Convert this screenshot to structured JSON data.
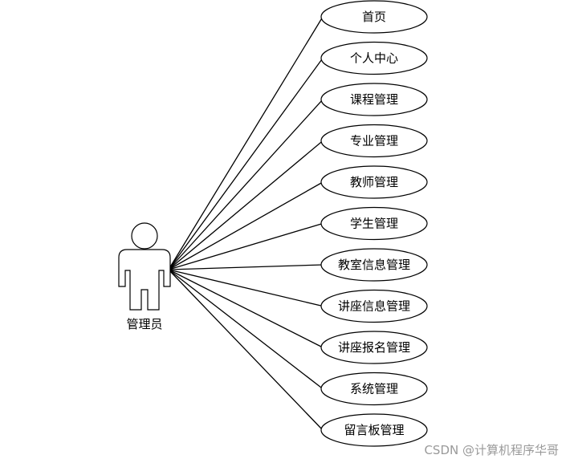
{
  "actor": {
    "label": "管理员"
  },
  "use_cases": [
    {
      "label": "首页"
    },
    {
      "label": "个人中心"
    },
    {
      "label": "课程管理"
    },
    {
      "label": "专业管理"
    },
    {
      "label": "教师管理"
    },
    {
      "label": "学生管理"
    },
    {
      "label": "教室信息管理"
    },
    {
      "label": "讲座信息管理"
    },
    {
      "label": "讲座报名管理"
    },
    {
      "label": "系统管理"
    },
    {
      "label": "留言板管理"
    }
  ],
  "watermark": {
    "text": "CSDN @计算机程序华哥"
  }
}
